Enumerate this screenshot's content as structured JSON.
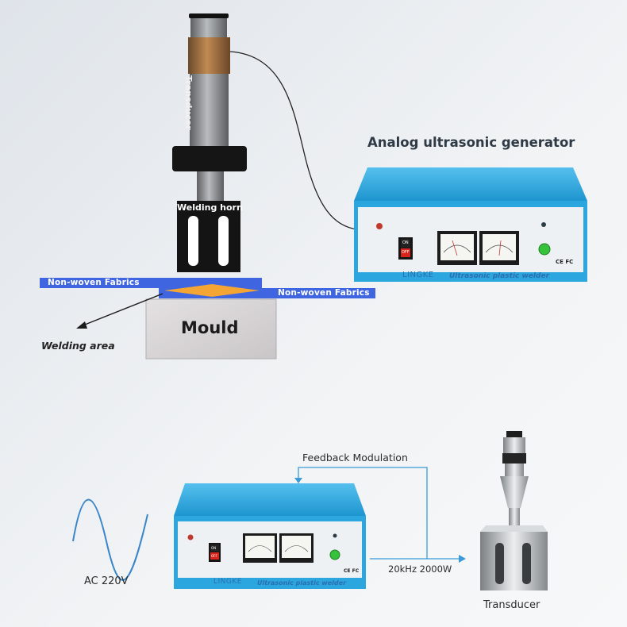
{
  "top_assembly": {
    "transducer_label": "Transducer",
    "welding_horn_label": "Welding horn",
    "fabric_upper_label": "Non-woven Fabrics",
    "fabric_lower_label": "Non-woven Fabrics",
    "mould_label": "Mould",
    "welding_area_label": "Welding area"
  },
  "generator_top": {
    "title": "Analog ultrasonic generator",
    "brand": "LINGKE",
    "product_label": "Ultrasonic plastic welder",
    "switch_on": "ON",
    "switch_off": "OFF",
    "cert_marks": "CE FC"
  },
  "bottom_flow": {
    "feedback_label": "Feedback Modulation",
    "power_spec": "20kHz 2000W",
    "ac_label": "AC 220V",
    "transducer_label": "Transducer",
    "brand": "LINGKE",
    "product_label": "Ultrasonic plastic welder",
    "switch_on": "ON",
    "switch_off": "OFF",
    "cert_marks": "CE FC"
  },
  "colors": {
    "generator_blue": "#2ba6de",
    "panel": "#eef1f4",
    "fabric_blue": "#3f66e0",
    "weld_orange": "#f4a533",
    "feedback_line": "#3a9bd6"
  }
}
